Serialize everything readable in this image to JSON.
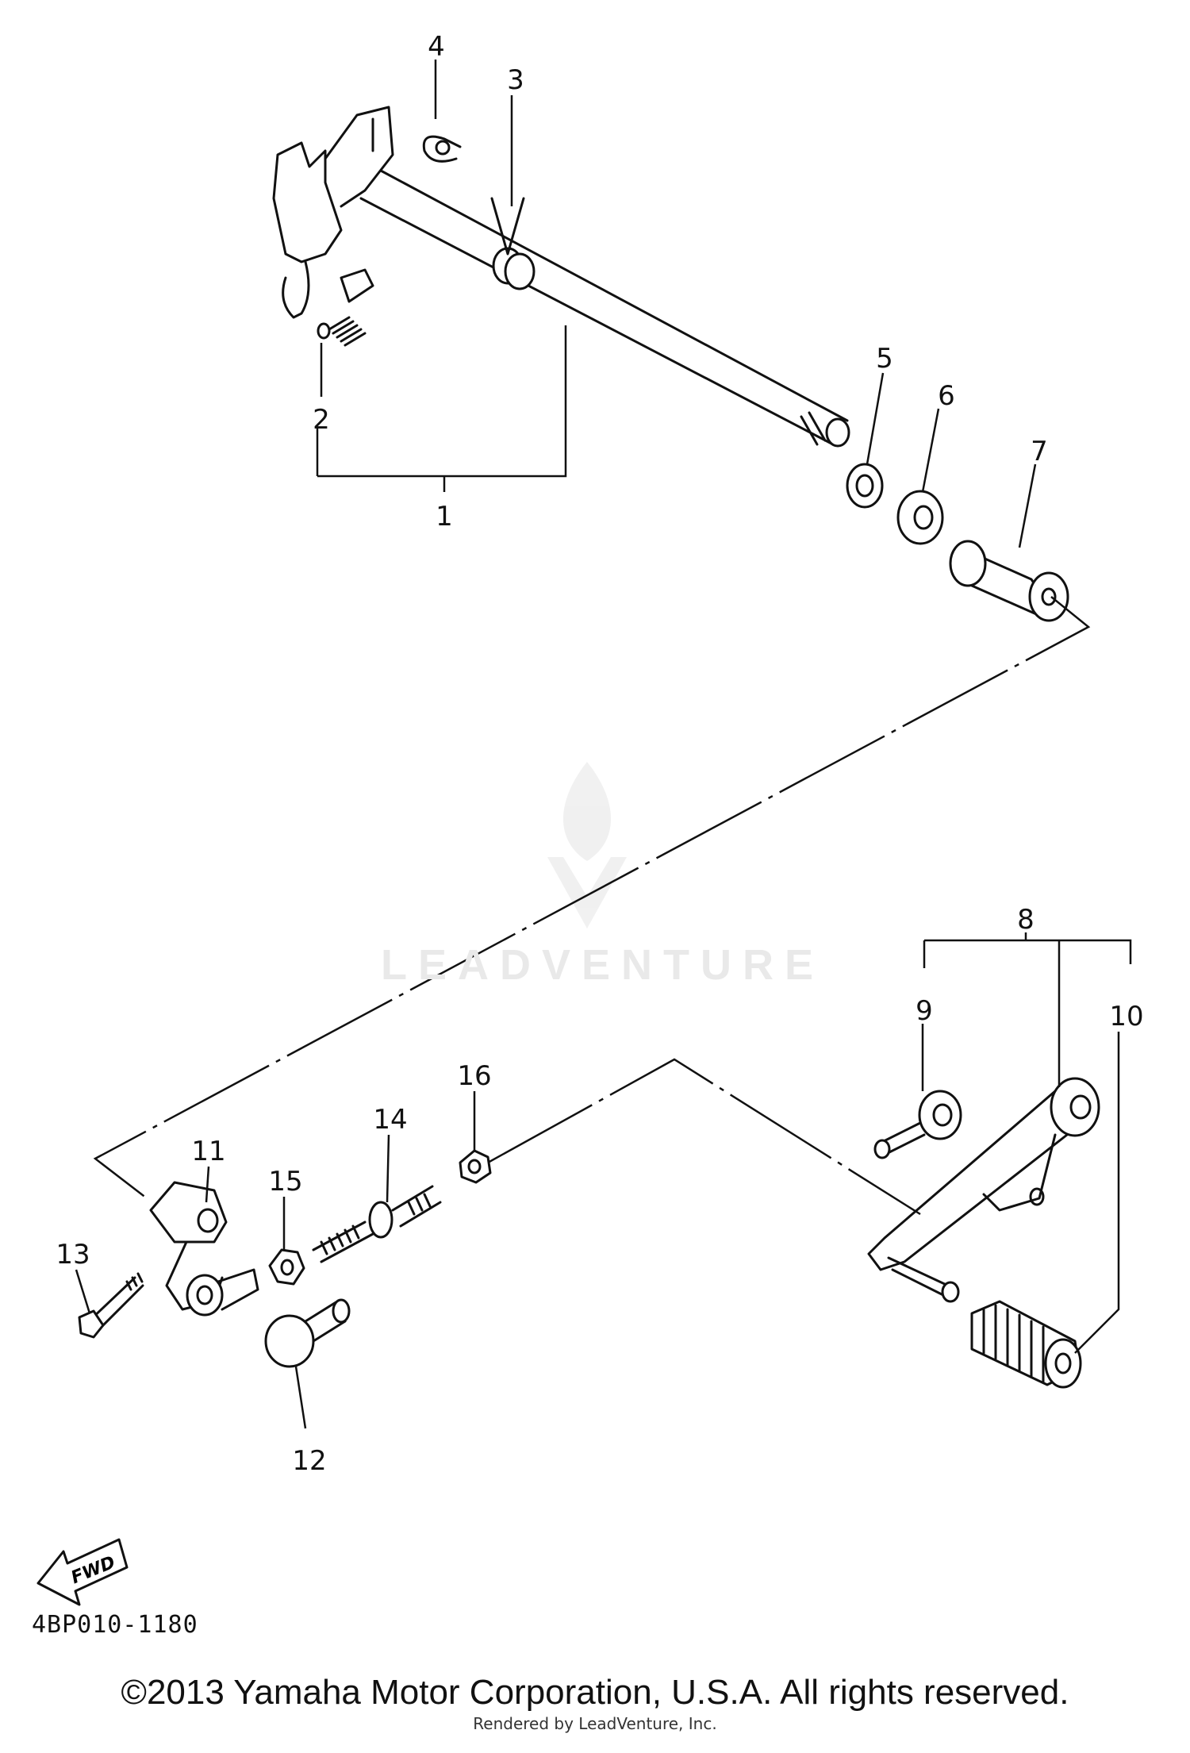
{
  "callouts": {
    "c1": "1",
    "c2": "2",
    "c3": "3",
    "c4": "4",
    "c5": "5",
    "c6": "6",
    "c7": "7",
    "c8": "8",
    "c9": "9",
    "c10": "10",
    "c11": "11",
    "c12": "12",
    "c13": "13",
    "c14": "14",
    "c15": "15",
    "c16": "16"
  },
  "watermark": "LEADVENTURE",
  "fwd_label": "FWD",
  "diagram_code": "4BP010-1180",
  "copyright": "©2013 Yamaha Motor Corporation, U.S.A. All rights reserved.",
  "rendered_by": "Rendered by LeadVenture, Inc."
}
